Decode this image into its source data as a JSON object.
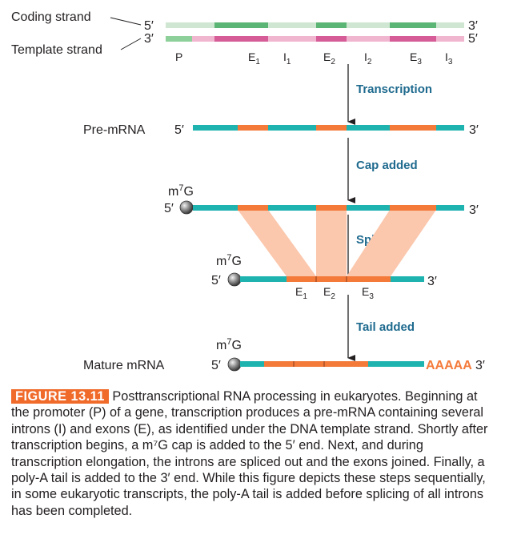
{
  "labels": {
    "coding_strand": "Coding strand",
    "template_strand": "Template strand",
    "pre_mrna": "Pre-mRNA",
    "mature_mrna": "Mature mRNA",
    "five_prime": "5′",
    "three_prime": "3′",
    "cap_base": "m",
    "cap_sup": "7",
    "cap_end": "G",
    "poly_a": "AAAAA"
  },
  "gene_regions": {
    "p": "P",
    "e1": "E",
    "i1": "I",
    "e2": "E",
    "i2": "I",
    "e3": "E",
    "i3": "I",
    "sub1": "1",
    "sub2": "2",
    "sub3": "3"
  },
  "steps": {
    "transcription": "Transcription",
    "cap_added": "Cap added",
    "splicing": "Splicing",
    "tail_added": "Tail added"
  },
  "caption": {
    "figure_tag": "FIGURE 13.11",
    "title": "Posttranscriptional RNA processing in eukaryotes.",
    "body": "Beginning at the promoter (P) of a gene, transcription produces a pre-mRNA containing several introns (I) and exons (E), as identified under the DNA template strand. Shortly after transcription begins, a m⁷G cap is added to the 5′ end. Next, and during transcription elongation, the introns are spliced out and the exons joined. Finally, a poly-A tail is added to the 3′ end. While this figure depicts these steps sequentially, in some eukaryotic transcripts, the poly-A tail is added before splicing of all introns has been completed."
  },
  "colors": {
    "teal": "#1fb3b0",
    "orange": "#f47a3a",
    "green_light": "#cfe7d2",
    "green_dark": "#5bb574",
    "pink_light": "#f1b6cf",
    "pink_dark": "#d65c97",
    "splice_shade": "#fbc7ad",
    "step_text": "#1e6a8e",
    "figure_tag": "#f06a2a"
  }
}
